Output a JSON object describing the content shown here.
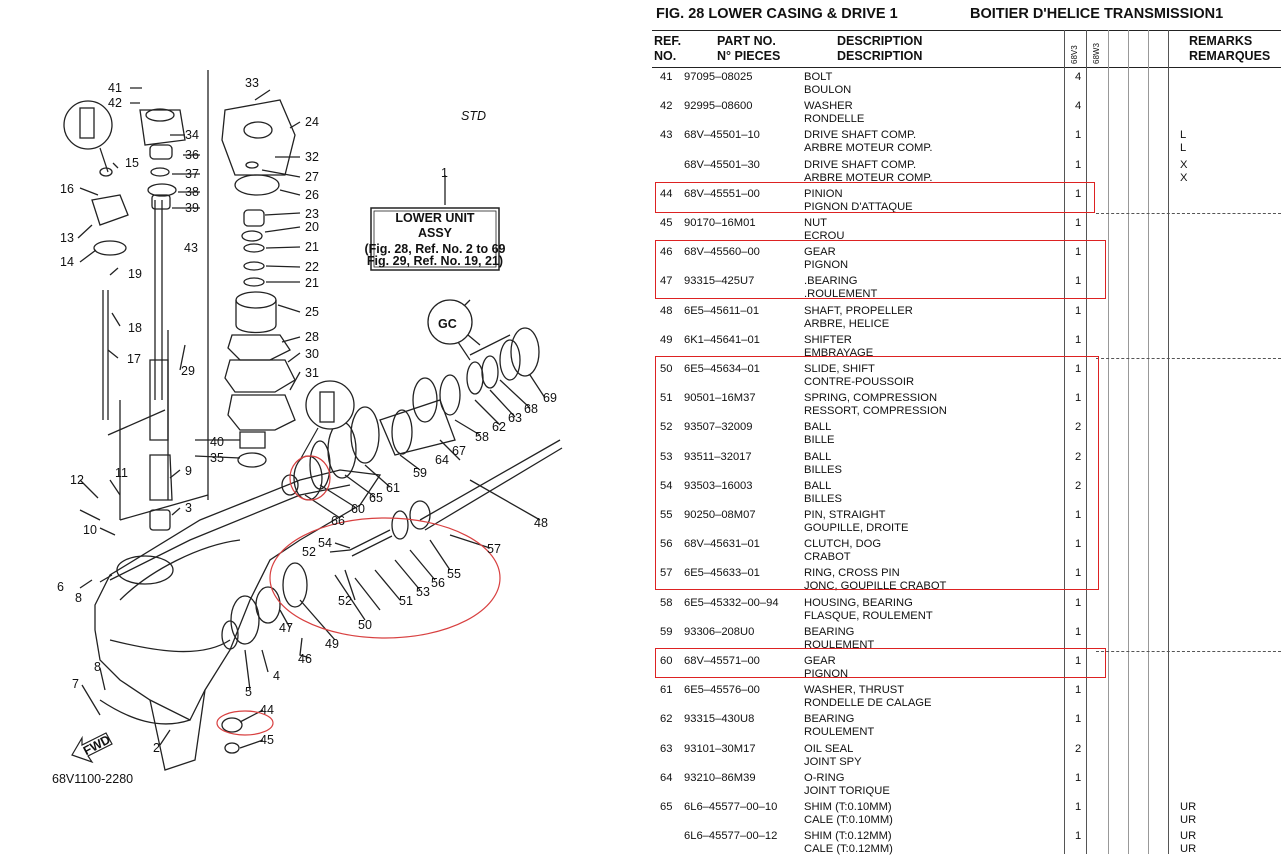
{
  "figure": {
    "title": "FIG.  28   LOWER CASING & DRIVE 1",
    "title_fr": "BOITIER D'HELICE TRANSMISSION1"
  },
  "table_header": {
    "ref_1": "REF.",
    "ref_2": "NO.",
    "part_1": "PART NO.",
    "part_2": "N° PIECES",
    "desc_1": "DESCRIPTION",
    "desc_2": "DESCRIPTION",
    "model_a": "68V3",
    "model_b": "68W3",
    "remarks_1": "REMARKS",
    "remarks_2": "REMARQUES"
  },
  "rows": [
    {
      "ref": "41",
      "part": "97095–08025",
      "desc_en": "BOLT",
      "desc_fr": "BOULON",
      "qty": "4",
      "remark1": "",
      "remark2": ""
    },
    {
      "ref": "42",
      "part": "92995–08600",
      "desc_en": "WASHER",
      "desc_fr": "RONDELLE",
      "qty": "4",
      "remark1": "",
      "remark2": ""
    },
    {
      "ref": "43",
      "part": "68V–45501–10",
      "desc_en": "DRIVE SHAFT COMP.",
      "desc_fr": "ARBRE MOTEUR COMP.",
      "qty": "1",
      "remark1": "L",
      "remark2": "L"
    },
    {
      "ref": "",
      "part": "68V–45501–30",
      "desc_en": "DRIVE SHAFT COMP.",
      "desc_fr": "ARBRE MOTEUR COMP.",
      "qty": "1",
      "remark1": "X",
      "remark2": "X"
    },
    {
      "ref": "44",
      "part": "68V–45551–00",
      "desc_en": "PINION",
      "desc_fr": "PIGNON D'ATTAQUE",
      "qty": "1",
      "remark1": "",
      "remark2": ""
    },
    {
      "ref": "45",
      "part": "90170–16M01",
      "desc_en": "NUT",
      "desc_fr": "ECROU",
      "qty": "1",
      "remark1": "",
      "remark2": ""
    },
    {
      "ref": "46",
      "part": "68V–45560–00",
      "desc_en": "GEAR",
      "desc_fr": "PIGNON",
      "qty": "1",
      "remark1": "",
      "remark2": ""
    },
    {
      "ref": "47",
      "part": "93315–425U7",
      "desc_en": ".BEARING",
      "desc_fr": ".ROULEMENT",
      "qty": "1",
      "remark1": "",
      "remark2": ""
    },
    {
      "ref": "48",
      "part": "6E5–45611–01",
      "desc_en": "SHAFT, PROPELLER",
      "desc_fr": "ARBRE, HELICE",
      "qty": "1",
      "remark1": "",
      "remark2": ""
    },
    {
      "ref": "49",
      "part": "6K1–45641–01",
      "desc_en": "SHIFTER",
      "desc_fr": "EMBRAYAGE",
      "qty": "1",
      "remark1": "",
      "remark2": ""
    },
    {
      "ref": "50",
      "part": "6E5–45634–01",
      "desc_en": "SLIDE, SHIFT",
      "desc_fr": "CONTRE-POUSSOIR",
      "qty": "1",
      "remark1": "",
      "remark2": ""
    },
    {
      "ref": "51",
      "part": "90501–16M37",
      "desc_en": "SPRING, COMPRESSION",
      "desc_fr": "RESSORT, COMPRESSION",
      "qty": "1",
      "remark1": "",
      "remark2": ""
    },
    {
      "ref": "52",
      "part": "93507–32009",
      "desc_en": "BALL",
      "desc_fr": "BILLE",
      "qty": "2",
      "remark1": "",
      "remark2": ""
    },
    {
      "ref": "53",
      "part": "93511–32017",
      "desc_en": "BALL",
      "desc_fr": "BILLES",
      "qty": "2",
      "remark1": "",
      "remark2": ""
    },
    {
      "ref": "54",
      "part": "93503–16003",
      "desc_en": "BALL",
      "desc_fr": "BILLES",
      "qty": "2",
      "remark1": "",
      "remark2": ""
    },
    {
      "ref": "55",
      "part": "90250–08M07",
      "desc_en": "PIN, STRAIGHT",
      "desc_fr": "GOUPILLE, DROITE",
      "qty": "1",
      "remark1": "",
      "remark2": ""
    },
    {
      "ref": "56",
      "part": "68V–45631–01",
      "desc_en": "CLUTCH, DOG",
      "desc_fr": "CRABOT",
      "qty": "1",
      "remark1": "",
      "remark2": ""
    },
    {
      "ref": "57",
      "part": "6E5–45633–01",
      "desc_en": "RING, CROSS PIN",
      "desc_fr": "JONC, GOUPILLE CRABOT",
      "qty": "1",
      "remark1": "",
      "remark2": ""
    },
    {
      "ref": "58",
      "part": "6E5–45332–00–94",
      "desc_en": "HOUSING, BEARING",
      "desc_fr": "FLASQUE, ROULEMENT",
      "qty": "1",
      "remark1": "",
      "remark2": ""
    },
    {
      "ref": "59",
      "part": "93306–208U0",
      "desc_en": "BEARING",
      "desc_fr": "ROULEMENT",
      "qty": "1",
      "remark1": "",
      "remark2": ""
    },
    {
      "ref": "60",
      "part": "68V–45571–00",
      "desc_en": "GEAR",
      "desc_fr": "PIGNON",
      "qty": "1",
      "remark1": "",
      "remark2": ""
    },
    {
      "ref": "61",
      "part": "6E5–45576–00",
      "desc_en": "WASHER, THRUST",
      "desc_fr": "RONDELLE DE CALAGE",
      "qty": "1",
      "remark1": "",
      "remark2": ""
    },
    {
      "ref": "62",
      "part": "93315–430U8",
      "desc_en": "BEARING",
      "desc_fr": "ROULEMENT",
      "qty": "1",
      "remark1": "",
      "remark2": ""
    },
    {
      "ref": "63",
      "part": "93101–30M17",
      "desc_en": "OIL SEAL",
      "desc_fr": "JOINT SPY",
      "qty": "2",
      "remark1": "",
      "remark2": ""
    },
    {
      "ref": "64",
      "part": "93210–86M39",
      "desc_en": "O-RING",
      "desc_fr": "JOINT TORIQUE",
      "qty": "1",
      "remark1": "",
      "remark2": ""
    },
    {
      "ref": "65",
      "part": "6L6–45577–00–10",
      "desc_en": "SHIM (T:0.10MM)",
      "desc_fr": "CALE (T:0.10MM)",
      "qty": "1",
      "remark1": "UR",
      "remark2": "UR"
    },
    {
      "ref": "",
      "part": "6L6–45577–00–12",
      "desc_en": "SHIM (T:0.12MM)",
      "desc_fr": "CALE (T:0.12MM)",
      "qty": "1",
      "remark1": "UR",
      "remark2": "UR"
    }
  ],
  "diagram": {
    "std_label": "STD",
    "drawing_number": "68V1100-2280",
    "fwd_label": "FWD",
    "lower_unit_box": {
      "line1": "LOWER UNIT",
      "line2": "ASSY",
      "line3": "(Fig. 28, Ref. No. 2 to 69",
      "line4": "Fig. 29, Ref. No. 19, 21)"
    },
    "callouts": [
      {
        "id": "41",
        "text": "41"
      },
      {
        "id": "42",
        "text": "42"
      },
      {
        "id": "33",
        "text": "33"
      },
      {
        "id": "34",
        "text": "34"
      },
      {
        "id": "24",
        "text": "24"
      },
      {
        "id": "36",
        "text": "36"
      },
      {
        "id": "32",
        "text": "32"
      },
      {
        "id": "37",
        "text": "37"
      },
      {
        "id": "15",
        "text": "15"
      },
      {
        "id": "27",
        "text": "27"
      },
      {
        "id": "38",
        "text": "38"
      },
      {
        "id": "26",
        "text": "26"
      },
      {
        "id": "16",
        "text": "16"
      },
      {
        "id": "39",
        "text": "39"
      },
      {
        "id": "23",
        "text": "23"
      },
      {
        "id": "20",
        "text": "20"
      },
      {
        "id": "13",
        "text": "13"
      },
      {
        "id": "43",
        "text": "43"
      },
      {
        "id": "21a",
        "text": "21"
      },
      {
        "id": "22",
        "text": "22"
      },
      {
        "id": "21b",
        "text": "21"
      },
      {
        "id": "14",
        "text": "14"
      },
      {
        "id": "19",
        "text": "19"
      },
      {
        "id": "25",
        "text": "25"
      },
      {
        "id": "18",
        "text": "18"
      },
      {
        "id": "28",
        "text": "28"
      },
      {
        "id": "30",
        "text": "30"
      },
      {
        "id": "17",
        "text": "17"
      },
      {
        "id": "29",
        "text": "29"
      },
      {
        "id": "31",
        "text": "31"
      },
      {
        "id": "69",
        "text": "69"
      },
      {
        "id": "68",
        "text": "68"
      },
      {
        "id": "63",
        "text": "63"
      },
      {
        "id": "62",
        "text": "62"
      },
      {
        "id": "58",
        "text": "58"
      },
      {
        "id": "40",
        "text": "40"
      },
      {
        "id": "35",
        "text": "35"
      },
      {
        "id": "64",
        "text": "64"
      },
      {
        "id": "67",
        "text": "67"
      },
      {
        "id": "9",
        "text": "9"
      },
      {
        "id": "59",
        "text": "59"
      },
      {
        "id": "11",
        "text": "11"
      },
      {
        "id": "12",
        "text": "12"
      },
      {
        "id": "61",
        "text": "61"
      },
      {
        "id": "65",
        "text": "65"
      },
      {
        "id": "3",
        "text": "3"
      },
      {
        "id": "60",
        "text": "60"
      },
      {
        "id": "10",
        "text": "10"
      },
      {
        "id": "48",
        "text": "48"
      },
      {
        "id": "66",
        "text": "66"
      },
      {
        "id": "54",
        "text": "54"
      },
      {
        "id": "57",
        "text": "57"
      },
      {
        "id": "52a",
        "text": "52"
      },
      {
        "id": "55",
        "text": "55"
      },
      {
        "id": "56",
        "text": "56"
      },
      {
        "id": "6",
        "text": "6"
      },
      {
        "id": "53",
        "text": "53"
      },
      {
        "id": "8a",
        "text": "8"
      },
      {
        "id": "52b",
        "text": "52"
      },
      {
        "id": "51",
        "text": "51"
      },
      {
        "id": "50",
        "text": "50"
      },
      {
        "id": "49",
        "text": "49"
      },
      {
        "id": "47",
        "text": "47"
      },
      {
        "id": "46",
        "text": "46"
      },
      {
        "id": "8b",
        "text": "8"
      },
      {
        "id": "4",
        "text": "4"
      },
      {
        "id": "7",
        "text": "7"
      },
      {
        "id": "5",
        "text": "5"
      },
      {
        "id": "44",
        "text": "44"
      },
      {
        "id": "2",
        "text": "2"
      },
      {
        "id": "45",
        "text": "45"
      },
      {
        "id": "1",
        "text": "1"
      }
    ]
  },
  "colors": {
    "highlight": "#d22222",
    "ink": "#111111",
    "ellipse": "#d84040"
  }
}
